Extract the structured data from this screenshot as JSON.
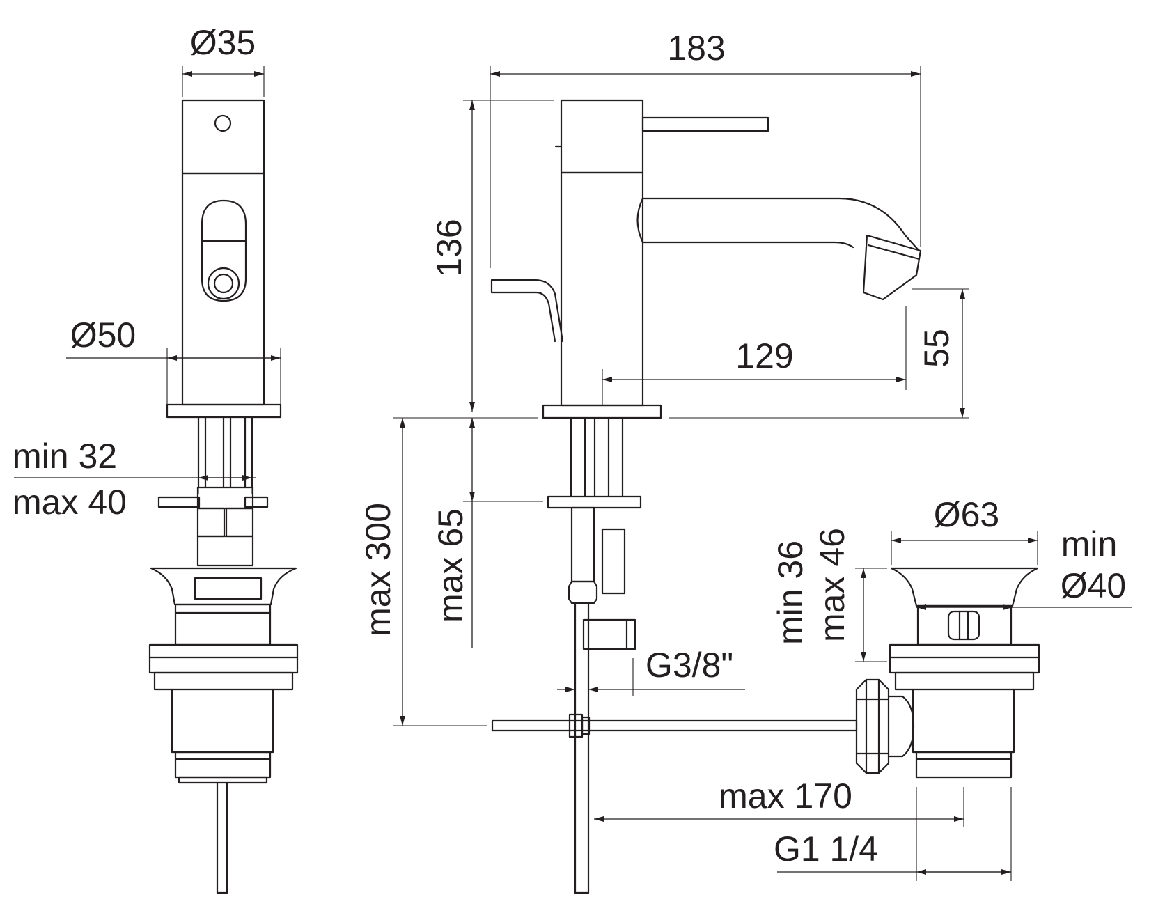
{
  "dimensions": {
    "diameter_35": "Ø35",
    "diameter_50": "Ø50",
    "min_32": "min 32",
    "max_40": "max 40",
    "width_183": "183",
    "height_136": "136",
    "spout_129": "129",
    "height_55": "55",
    "max_300": "max 300",
    "max_65": "max 65",
    "thread_g38": "G3/8\"",
    "diameter_63": "Ø63",
    "min_36": "min 36",
    "max_46": "max 46",
    "min_label": "min",
    "diameter_40": "Ø40",
    "max_170": "max 170",
    "thread_g114": "G1 1/4"
  },
  "colors": {
    "line": "#231f20",
    "background": "#ffffff"
  }
}
